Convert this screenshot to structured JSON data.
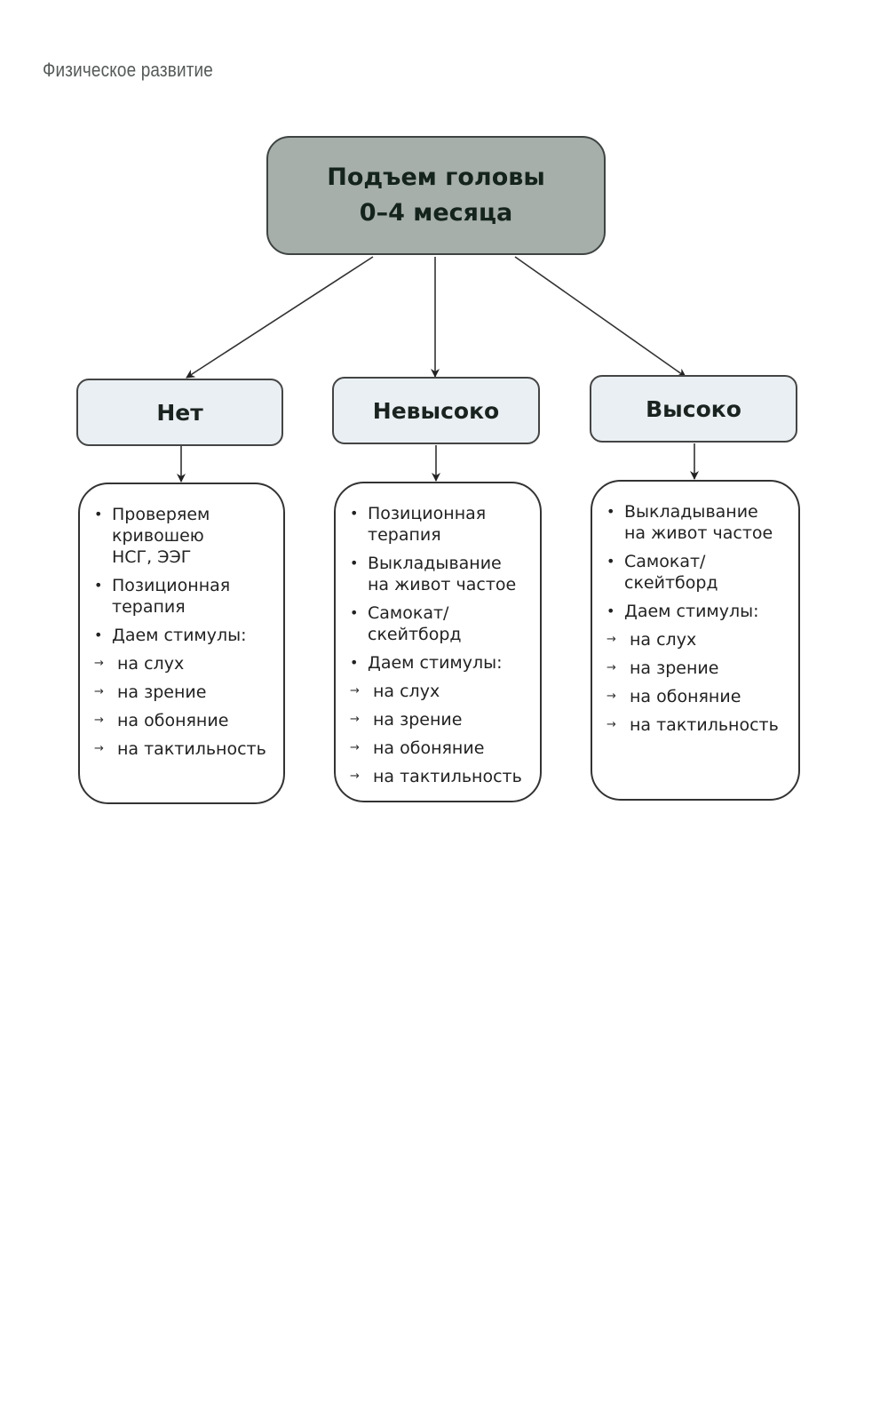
{
  "page": {
    "running_head": "Физическое развитие"
  },
  "root": {
    "line1": "Подъем головы",
    "line2": "0–4 месяца"
  },
  "colors": {
    "root_fill": "#a7afab",
    "category_fill": "#e9eff2",
    "stroke": "#333333"
  },
  "branches": [
    {
      "label": "Нет",
      "items": [
        {
          "type": "bullet",
          "text": "Проверяем кривошею НСГ, ЭЭГ",
          "lines": [
            "Проверяем",
            "кривошею",
            "НСГ, ЭЭГ"
          ]
        },
        {
          "type": "bullet",
          "text": "Позиционная терапия",
          "lines": [
            "Позиционная",
            "терапия"
          ]
        },
        {
          "type": "bullet",
          "text": "Даем стимулы:",
          "lines": [
            "Даем стимулы:"
          ]
        },
        {
          "type": "arrow",
          "text": "на слух",
          "lines": [
            "на слух"
          ]
        },
        {
          "type": "arrow",
          "text": "на зрение",
          "lines": [
            "на зрение"
          ]
        },
        {
          "type": "arrow",
          "text": "на обоняние",
          "lines": [
            "на обоняние"
          ]
        },
        {
          "type": "arrow",
          "text": "на тактильность",
          "lines": [
            "на тактильность"
          ]
        }
      ]
    },
    {
      "label": "Невысоко",
      "items": [
        {
          "type": "bullet",
          "text": "Позиционная терапия",
          "lines": [
            "Позиционная",
            "терапия"
          ]
        },
        {
          "type": "bullet",
          "text": "Выкладывание на живот частое",
          "lines": [
            "Выкладывание",
            "на живот частое"
          ]
        },
        {
          "type": "bullet",
          "text": "Самокат/скейтборд",
          "lines": [
            "Самокат/",
            "скейтборд"
          ]
        },
        {
          "type": "bullet",
          "text": "Даем стимулы:",
          "lines": [
            "Даем стимулы:"
          ]
        },
        {
          "type": "arrow",
          "text": "на слух",
          "lines": [
            "на слух"
          ]
        },
        {
          "type": "arrow",
          "text": "на зрение",
          "lines": [
            "на зрение"
          ]
        },
        {
          "type": "arrow",
          "text": "на обоняние",
          "lines": [
            "на обоняние"
          ]
        },
        {
          "type": "arrow",
          "text": "на тактильность",
          "lines": [
            "на тактильность"
          ]
        }
      ]
    },
    {
      "label": "Высоко",
      "items": [
        {
          "type": "bullet",
          "text": "Выкладывание на живот частое",
          "lines": [
            "Выкладывание",
            "на живот частое"
          ]
        },
        {
          "type": "bullet",
          "text": "Самокат/скейтборд",
          "lines": [
            "Самокат/",
            "скейтборд"
          ]
        },
        {
          "type": "bullet",
          "text": "Даем стимулы:",
          "lines": [
            "Даем стимулы:"
          ]
        },
        {
          "type": "arrow",
          "text": "на слух",
          "lines": [
            "на слух"
          ]
        },
        {
          "type": "arrow",
          "text": "на зрение",
          "lines": [
            "на зрение"
          ]
        },
        {
          "type": "arrow",
          "text": "на обоняние",
          "lines": [
            "на обоняние"
          ]
        },
        {
          "type": "arrow",
          "text": "на тактильность",
          "lines": [
            "на тактильность"
          ]
        }
      ]
    }
  ],
  "glyphs": {
    "bullet": "•",
    "arrow": "→"
  }
}
